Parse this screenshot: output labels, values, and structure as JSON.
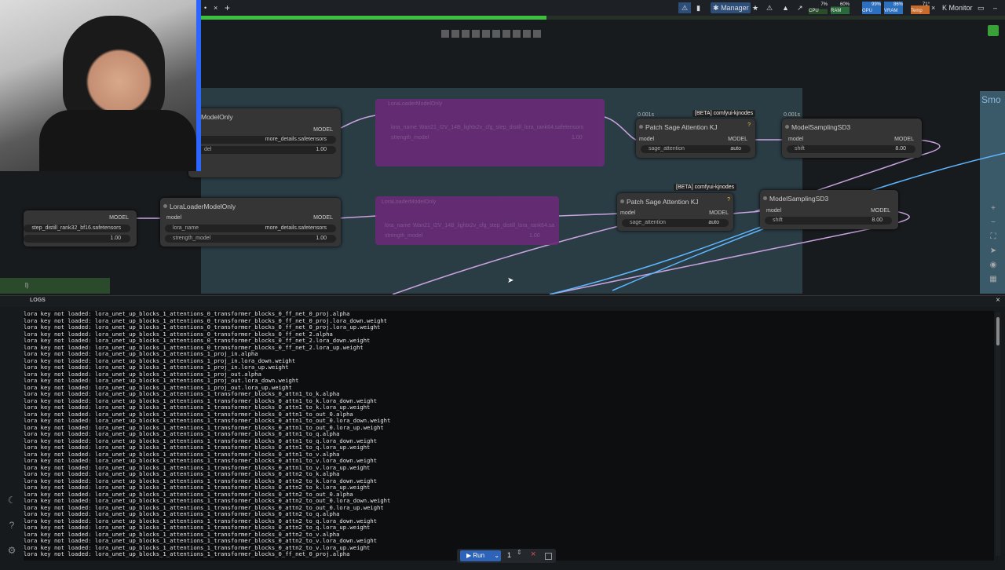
{
  "topbar": {
    "manager_label": "Manager",
    "monitor_label": "Monitor",
    "cpu": {
      "label": "CPU",
      "value": "7%"
    },
    "ram": {
      "label": "RAM",
      "value": "60%"
    },
    "gpu": {
      "label": "GPU",
      "value": "99%"
    },
    "vram": {
      "label": "VRAM",
      "value": "86%"
    },
    "temp": {
      "label": "Temp",
      "value": "71°"
    },
    "progress_fraction": 0.43
  },
  "colors": {
    "accent": "#2d63b8",
    "bypass": "#6a2a78",
    "link_model": "#c9a3e0",
    "link_clip": "#5fb7ff"
  },
  "nodes": {
    "lora1": {
      "title": "LoraLoaderModelOnly",
      "title_visible": "ModelOnly",
      "out": "MODEL",
      "lora_name": "more_details.safetensors",
      "strength": "1.00",
      "strength_label": "del"
    },
    "lora2": {
      "title": "LoraLoaderModelOnly",
      "in": "model",
      "out": "MODEL",
      "lora_label": "lora_name",
      "lora_name": "more_details.safetensors",
      "strength_label": "strength_model",
      "strength": "1.00"
    },
    "left": {
      "out": "MODEL",
      "lora_name": "step_distill_rank32_bf16.safetensors",
      "strength": "1.00"
    },
    "sage1": {
      "title": "Patch Sage Attention KJ",
      "timer": "0.001s",
      "badge": "[BETA] comfyui-kjnodes",
      "in": "model",
      "out": "MODEL",
      "widget_label": "sage_attention",
      "widget_value": "auto"
    },
    "sage2": {
      "title": "Patch Sage Attention KJ",
      "badge": "[BETA] comfyui-kjnodes",
      "in": "model",
      "out": "MODEL",
      "widget_label": "sage_attention",
      "widget_value": "auto"
    },
    "ms1": {
      "title": "ModelSamplingSD3",
      "timer": "0.001s",
      "in": "model",
      "out": "MODEL",
      "widget_label": "shift",
      "widget_value": "8.00"
    },
    "ms2": {
      "title": "ModelSamplingSD3",
      "in": "model",
      "out": "MODEL",
      "widget_label": "shift",
      "widget_value": "8.00"
    },
    "bypass1": {
      "title": "LoraLoaderModelOnly",
      "name": "lora_name",
      "value": "Wan21_I2V_14B_lightx2v_cfg_step_distill_lora_rank64.safetensors",
      "strength_label": "strength_model",
      "strength": "1.00"
    },
    "bypass2": {
      "title": "LoraLoaderModelOnly",
      "name": "lora_name",
      "value": "Wan21_I2V_14B_lightx2v_cfg_step_distill_lora_rank64.sa",
      "strength_label": "strength_model",
      "strength": "1.00"
    },
    "group2_label": "Smo",
    "status_label": "l)"
  },
  "logs": {
    "title": "LOGS",
    "lines": [
      "lora key not loaded: lora_unet_up_blocks_1_attentions_0_transformer_blocks_0_ff_net_0_proj.alpha",
      "lora key not loaded: lora_unet_up_blocks_1_attentions_0_transformer_blocks_0_ff_net_0_proj.lora_down.weight",
      "lora key not loaded: lora_unet_up_blocks_1_attentions_0_transformer_blocks_0_ff_net_0_proj.lora_up.weight",
      "lora key not loaded: lora_unet_up_blocks_1_attentions_0_transformer_blocks_0_ff_net_2.alpha",
      "lora key not loaded: lora_unet_up_blocks_1_attentions_0_transformer_blocks_0_ff_net_2.lora_down.weight",
      "lora key not loaded: lora_unet_up_blocks_1_attentions_0_transformer_blocks_0_ff_net_2.lora_up.weight",
      "lora key not loaded: lora_unet_up_blocks_1_attentions_1_proj_in.alpha",
      "lora key not loaded: lora_unet_up_blocks_1_attentions_1_proj_in.lora_down.weight",
      "lora key not loaded: lora_unet_up_blocks_1_attentions_1_proj_in.lora_up.weight",
      "lora key not loaded: lora_unet_up_blocks_1_attentions_1_proj_out.alpha",
      "lora key not loaded: lora_unet_up_blocks_1_attentions_1_proj_out.lora_down.weight",
      "lora key not loaded: lora_unet_up_blocks_1_attentions_1_proj_out.lora_up.weight",
      "lora key not loaded: lora_unet_up_blocks_1_attentions_1_transformer_blocks_0_attn1_to_k.alpha",
      "lora key not loaded: lora_unet_up_blocks_1_attentions_1_transformer_blocks_0_attn1_to_k.lora_down.weight",
      "lora key not loaded: lora_unet_up_blocks_1_attentions_1_transformer_blocks_0_attn1_to_k.lora_up.weight",
      "lora key not loaded: lora_unet_up_blocks_1_attentions_1_transformer_blocks_0_attn1_to_out_0.alpha",
      "lora key not loaded: lora_unet_up_blocks_1_attentions_1_transformer_blocks_0_attn1_to_out_0.lora_down.weight",
      "lora key not loaded: lora_unet_up_blocks_1_attentions_1_transformer_blocks_0_attn1_to_out_0.lora_up.weight",
      "lora key not loaded: lora_unet_up_blocks_1_attentions_1_transformer_blocks_0_attn1_to_q.alpha",
      "lora key not loaded: lora_unet_up_blocks_1_attentions_1_transformer_blocks_0_attn1_to_q.lora_down.weight",
      "lora key not loaded: lora_unet_up_blocks_1_attentions_1_transformer_blocks_0_attn1_to_q.lora_up.weight",
      "lora key not loaded: lora_unet_up_blocks_1_attentions_1_transformer_blocks_0_attn1_to_v.alpha",
      "lora key not loaded: lora_unet_up_blocks_1_attentions_1_transformer_blocks_0_attn1_to_v.lora_down.weight",
      "lora key not loaded: lora_unet_up_blocks_1_attentions_1_transformer_blocks_0_attn1_to_v.lora_up.weight",
      "lora key not loaded: lora_unet_up_blocks_1_attentions_1_transformer_blocks_0_attn2_to_k.alpha",
      "lora key not loaded: lora_unet_up_blocks_1_attentions_1_transformer_blocks_0_attn2_to_k.lora_down.weight",
      "lora key not loaded: lora_unet_up_blocks_1_attentions_1_transformer_blocks_0_attn2_to_k.lora_up.weight",
      "lora key not loaded: lora_unet_up_blocks_1_attentions_1_transformer_blocks_0_attn2_to_out_0.alpha",
      "lora key not loaded: lora_unet_up_blocks_1_attentions_1_transformer_blocks_0_attn2_to_out_0.lora_down.weight",
      "lora key not loaded: lora_unet_up_blocks_1_attentions_1_transformer_blocks_0_attn2_to_out_0.lora_up.weight",
      "lora key not loaded: lora_unet_up_blocks_1_attentions_1_transformer_blocks_0_attn2_to_q.alpha",
      "lora key not loaded: lora_unet_up_blocks_1_attentions_1_transformer_blocks_0_attn2_to_q.lora_down.weight",
      "lora key not loaded: lora_unet_up_blocks_1_attentions_1_transformer_blocks_0_attn2_to_q.lora_up.weight",
      "lora key not loaded: lora_unet_up_blocks_1_attentions_1_transformer_blocks_0_attn2_to_v.alpha",
      "lora key not loaded: lora_unet_up_blocks_1_attentions_1_transformer_blocks_0_attn2_to_v.lora_down.weight",
      "lora key not loaded: lora_unet_up_blocks_1_attentions_1_transformer_blocks_0_attn2_to_v.lora_up.weight",
      "lora key not loaded: lora_unet_up_blocks_1_attentions_1_transformer_blocks_0_ff_net_0_proj.alpha"
    ]
  },
  "runbar": {
    "run_label": "Run",
    "count": "1"
  }
}
